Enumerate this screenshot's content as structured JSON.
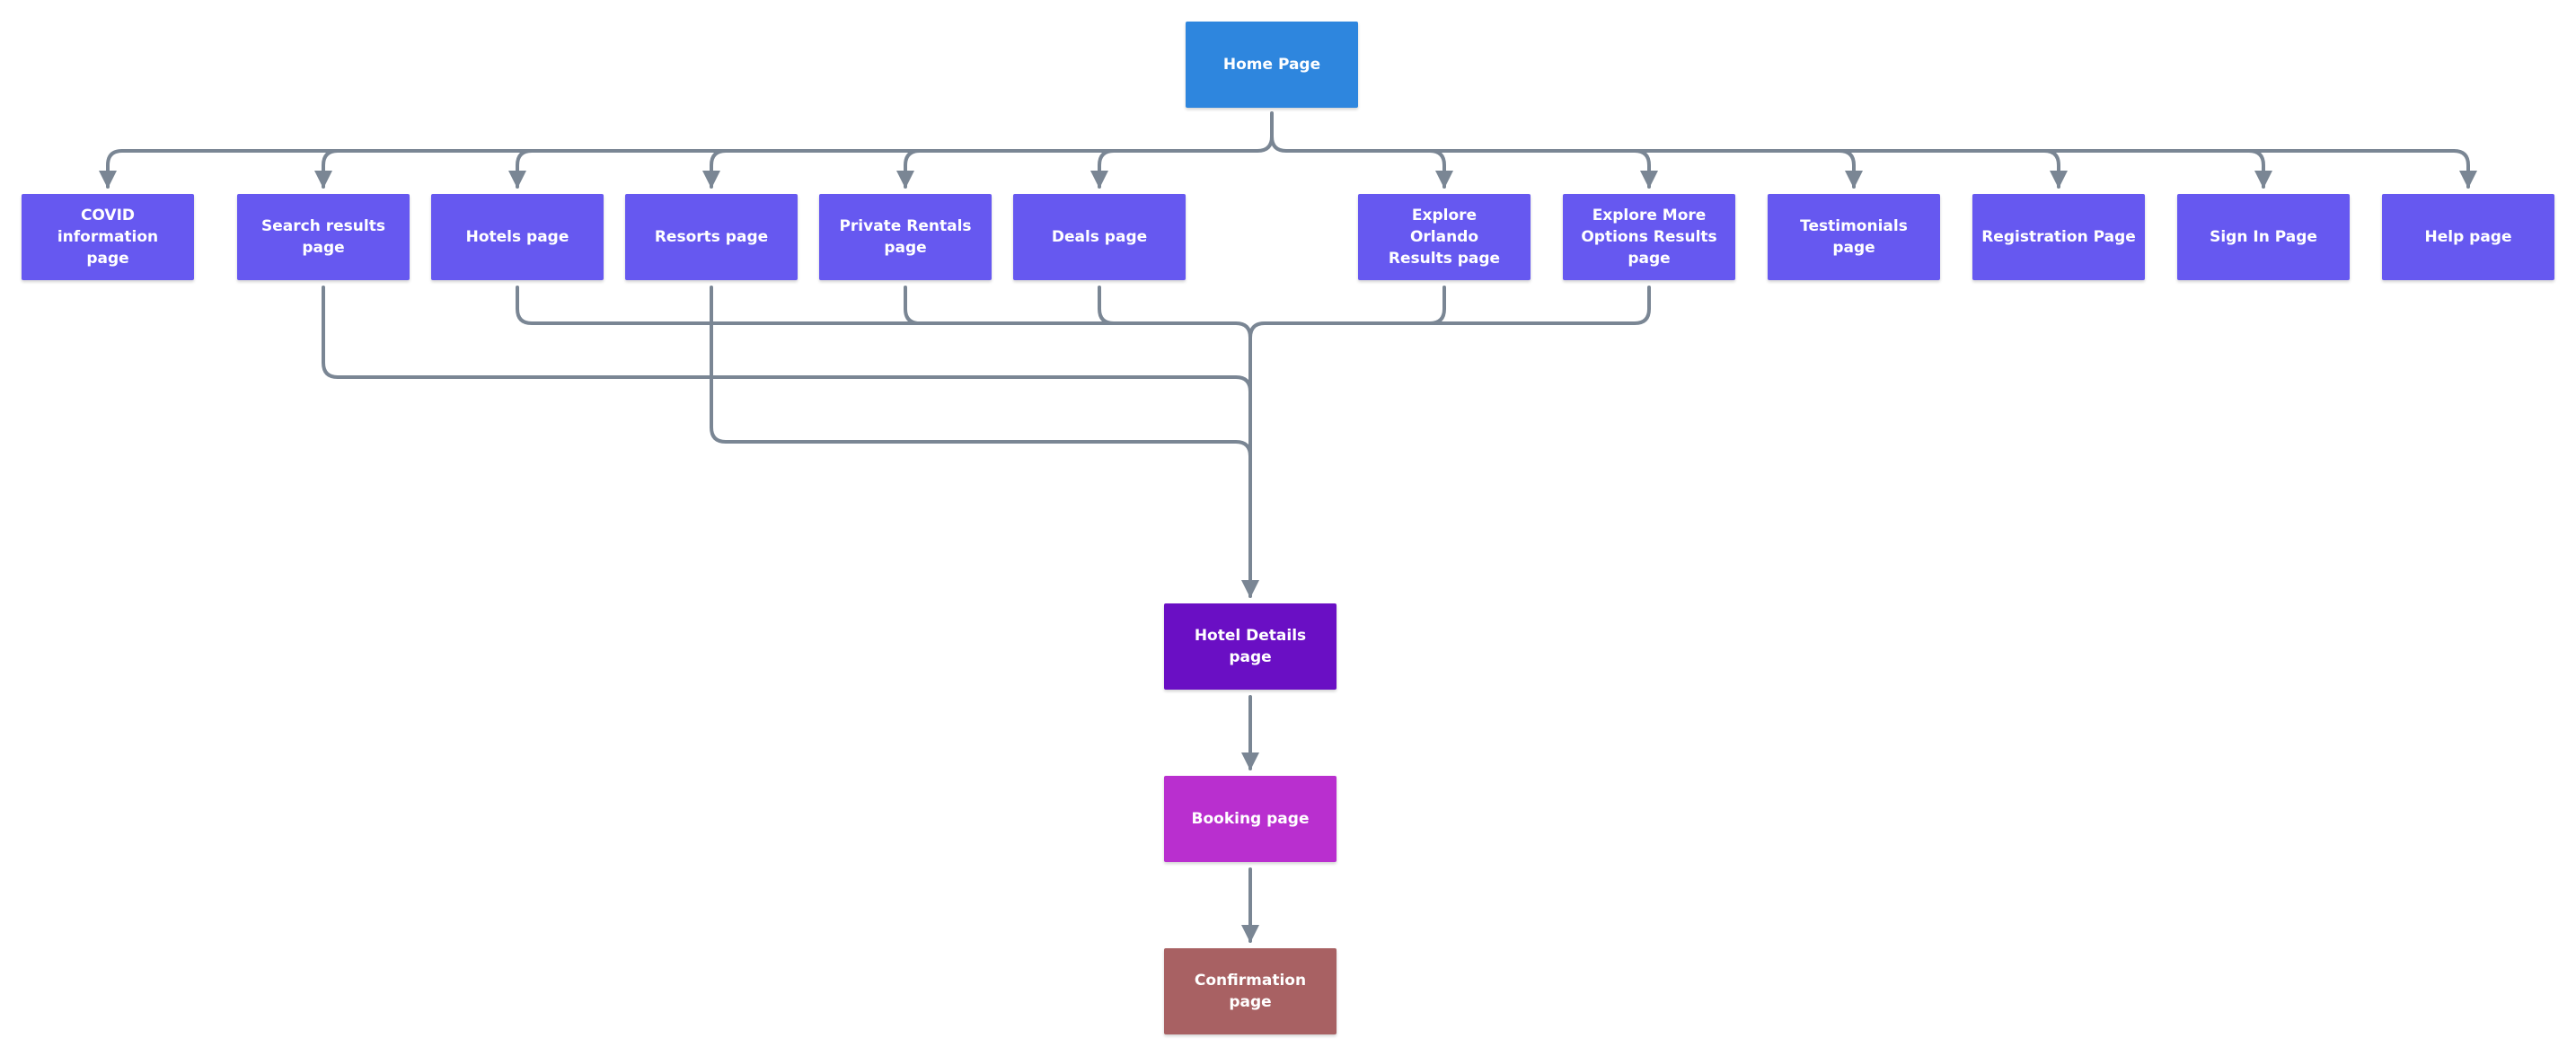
{
  "colors": {
    "home": "#2e86de",
    "page": "#6658f0",
    "hotel_details": "#6a0fc4",
    "booking": "#b92fcf",
    "confirmation": "#a86163",
    "connector": "#7a8694"
  },
  "nodes": {
    "home": "Home Page",
    "covid": "COVID information page",
    "search": "Search results page",
    "hotels": "Hotels page",
    "resorts": "Resorts page",
    "rentals": "Private Rentals page",
    "deals": "Deals page",
    "orlando": "Explore Orlando Results page",
    "more": "Explore More Options Results page",
    "testimonials": "Testimonials page",
    "registration": "Registration Page",
    "signin": "Sign In Page",
    "help": "Help page",
    "hotel_details": "Hotel Details page",
    "booking": "Booking page",
    "confirmation": "Confirmation page"
  }
}
